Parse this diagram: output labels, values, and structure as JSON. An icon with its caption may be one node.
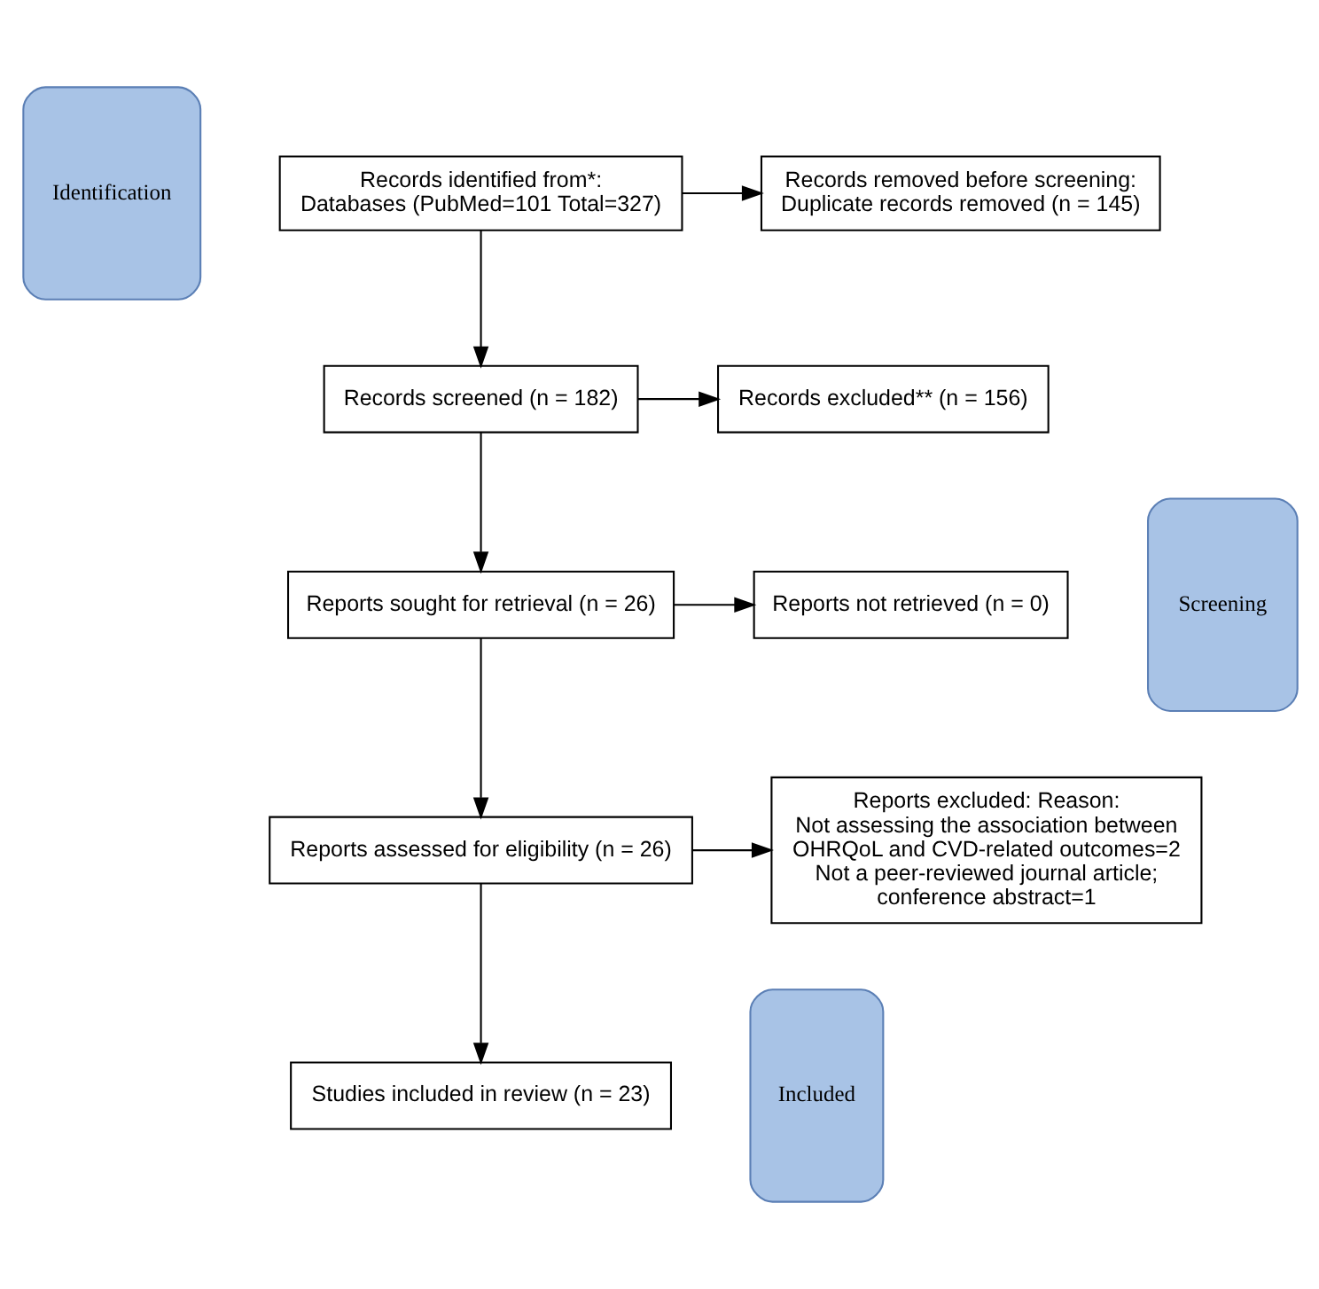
{
  "diagram": {
    "nodes": [
      {
        "text": [
          "Identification"
        ]
      },
      {
        "text": [
          "Records identified from*:",
          "Databases (PubMed=101 Total=327)"
        ]
      },
      {
        "text": [
          "Records removed before screening:",
          "Duplicate records removed (n = 145)"
        ]
      },
      {
        "text": [
          "Screening"
        ]
      },
      {
        "text": [
          "Records screened (n = 182)"
        ]
      },
      {
        "text": [
          "Records excluded** (n = 156)"
        ]
      },
      {
        "text": [
          "Reports sought for retrieval (n = 26)"
        ]
      },
      {
        "text": [
          "Reports not retrieved (n = 0)"
        ]
      },
      {
        "text": [
          "Reports assessed for eligibility (n = 26)"
        ]
      },
      {
        "text": [
          "Reports excluded: Reason:",
          "Not assessing the association between OHRQoL and CVD-related outcomes=2",
          "Not a peer-reviewed journal article; conference abstract=1"
        ]
      },
      {
        "text": [
          "Included"
        ]
      },
      {
        "text": [
          "Studies included in review (n = 23)"
        ]
      }
    ],
    "edges": [
      {
        "from": 1,
        "to": 2,
        "arrow": "to"
      },
      {
        "from": 1,
        "to": 4,
        "arrow": "to"
      },
      {
        "from": 4,
        "to": 5,
        "arrow": "to"
      },
      {
        "from": 4,
        "to": 6,
        "arrow": "to"
      },
      {
        "from": 6,
        "to": 7,
        "arrow": "to"
      },
      {
        "from": 6,
        "to": 8,
        "arrow": "to"
      },
      {
        "from": 8,
        "to": 9,
        "arrow": "to"
      },
      {
        "from": 8,
        "to": 11,
        "arrow": "to"
      }
    ]
  }
}
